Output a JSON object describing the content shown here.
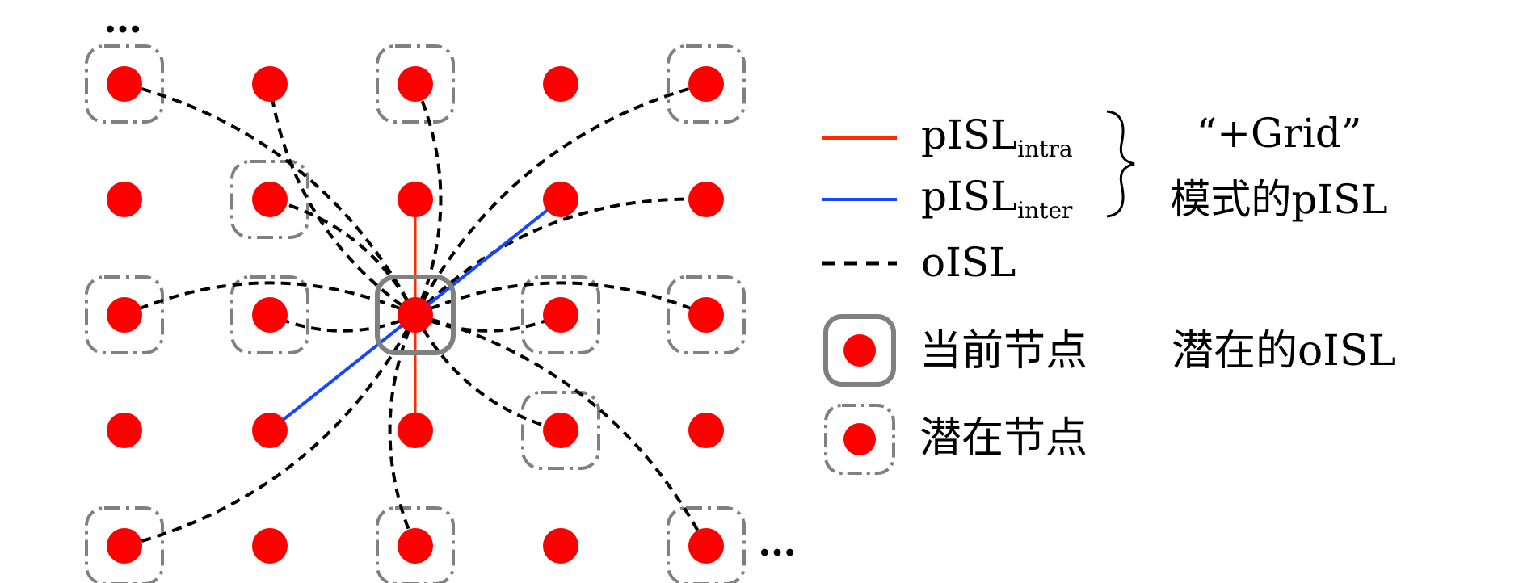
{
  "colors": {
    "node": "#ff0000",
    "intra_link": "#ff2a00",
    "inter_link": "#1646ff",
    "oisl_link": "#000000",
    "box_stroke": "#808080"
  },
  "grid": {
    "rows": 5,
    "cols": 5,
    "center_node": [
      2,
      2
    ],
    "potential_nodes": [
      [
        0,
        0
      ],
      [
        0,
        2
      ],
      [
        0,
        4
      ],
      [
        1,
        1
      ],
      [
        2,
        0
      ],
      [
        2,
        1
      ],
      [
        2,
        3
      ],
      [
        2,
        4
      ],
      [
        3,
        3
      ],
      [
        4,
        0
      ],
      [
        4,
        2
      ],
      [
        4,
        4
      ]
    ],
    "intra_links": [
      [
        1,
        2
      ],
      [
        3,
        2
      ]
    ],
    "inter_links": [
      [
        1,
        3
      ],
      [
        3,
        1
      ]
    ],
    "oisl_targets": [
      [
        0,
        0
      ],
      [
        0,
        1
      ],
      [
        0,
        2
      ],
      [
        0,
        4
      ],
      [
        1,
        1
      ],
      [
        1,
        4
      ],
      [
        2,
        0
      ],
      [
        2,
        1
      ],
      [
        2,
        3
      ],
      [
        2,
        4
      ],
      [
        3,
        3
      ],
      [
        4,
        0
      ],
      [
        4,
        2
      ],
      [
        4,
        4
      ]
    ]
  },
  "ellipsis": {
    "top": "…",
    "right": "…"
  },
  "legend": {
    "intra_label": "pISL",
    "intra_sub": "intra",
    "inter_label": "pISL",
    "inter_sub": "inter",
    "oisl_label": "oISL",
    "grid_group_line1": "“+Grid”",
    "grid_group_line2": "模式的pISL",
    "current_node_label": "当前节点",
    "potential_oisl_label": "潜在的oISL",
    "potential_node_label": "潜在节点"
  }
}
